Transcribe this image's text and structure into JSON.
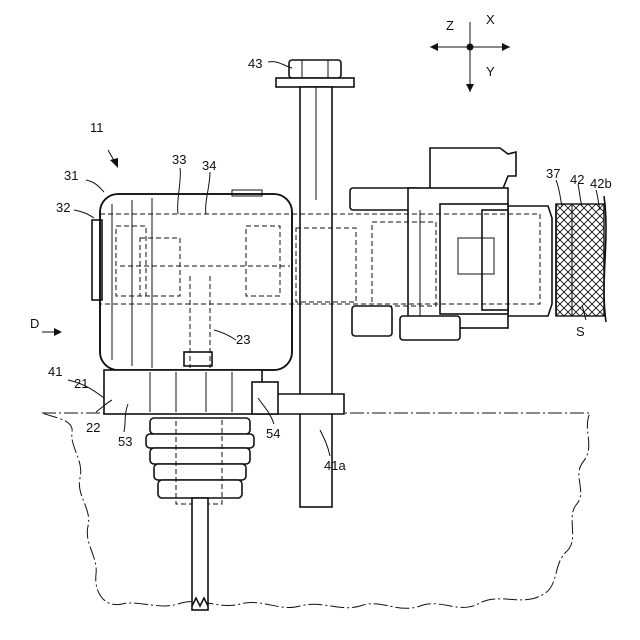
{
  "axes": {
    "z": "Z",
    "x": "X",
    "y": "Y"
  },
  "labels": {
    "l11": "11",
    "l43": "43",
    "l31": "31",
    "l32": "32",
    "l33": "33",
    "l34": "34",
    "l37": "37",
    "l42": "42",
    "l42b": "42b",
    "lS": "S",
    "lD": "D",
    "l41": "41",
    "l21": "21",
    "l22": "22",
    "l53": "53",
    "l54": "54",
    "l23": "23",
    "l41a": "41a"
  }
}
